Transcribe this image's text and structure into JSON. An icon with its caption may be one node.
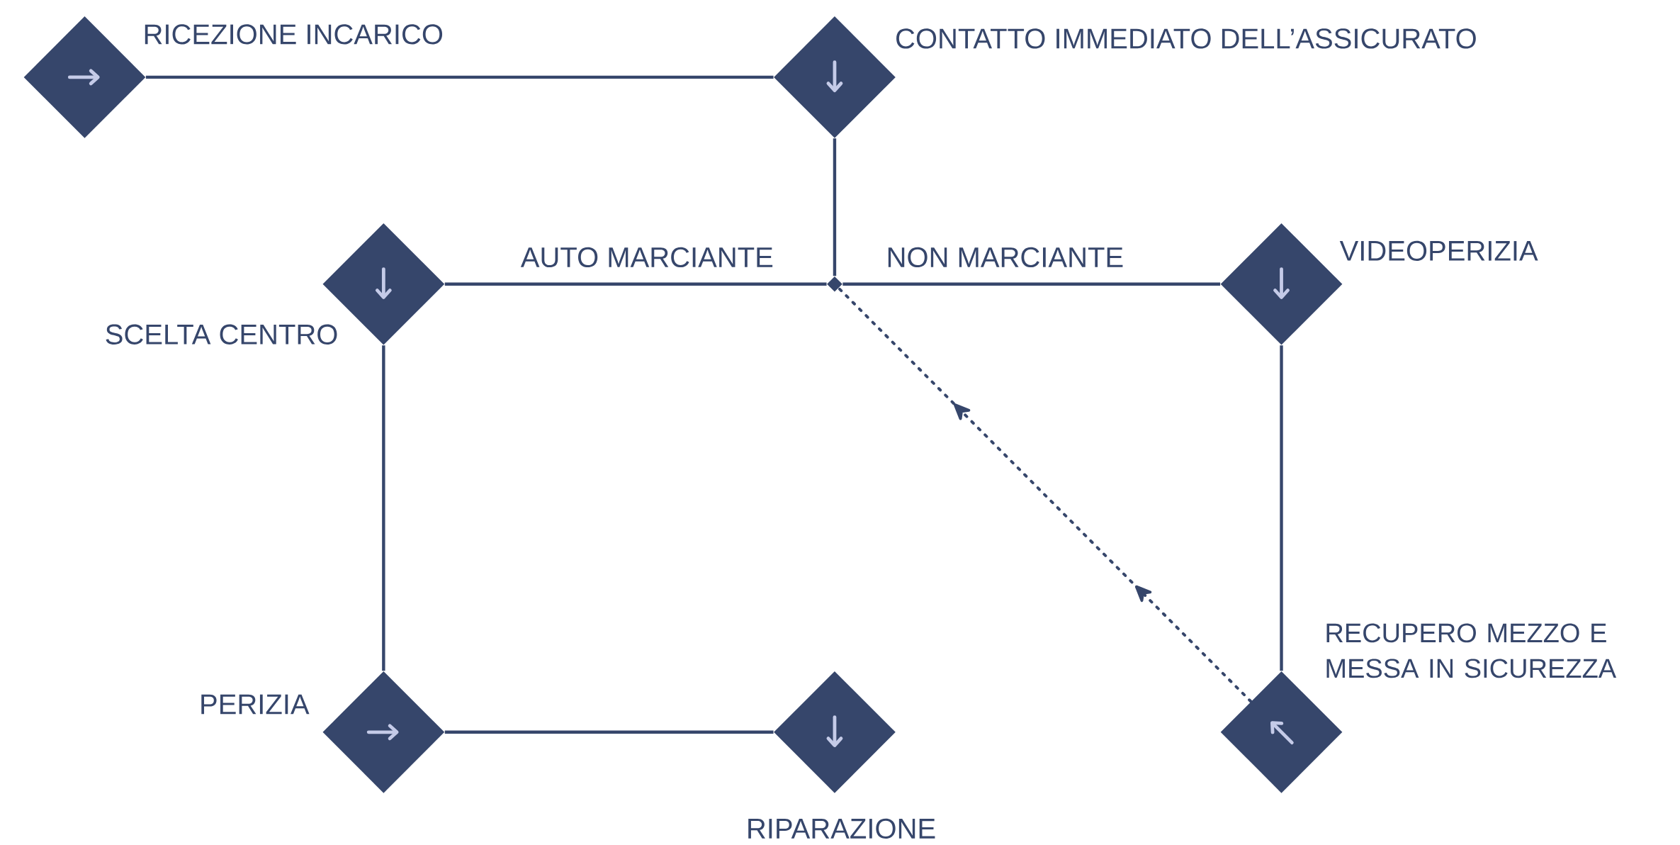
{
  "diagram": {
    "nodes": [
      {
        "text": [
          "RICEZIONE INCARICO"
        ]
      },
      {
        "text": [
          "CONTATTO IMMEDIATO DELL’ASSICURATO"
        ]
      },
      {
        "text": [
          "SCELTA CENTRO"
        ]
      },
      {
        "text": [],
        "shape": "diamond"
      },
      {
        "text": [
          "VIDEOPERIZIA"
        ]
      },
      {
        "text": [
          "PERIZIA"
        ]
      },
      {
        "text": [
          "RIPARAZIONE"
        ]
      },
      {
        "text": [
          "RECUPERO MEZZO E MESSA IN SICUREZZA"
        ]
      }
    ],
    "edges": [
      {
        "from": 0,
        "to": 1,
        "arrow": "none"
      },
      {
        "from": 1,
        "to": 3,
        "arrow": "none"
      },
      {
        "from": 3,
        "to": 2,
        "arrow": "none",
        "label": "AUTO MARCIANTE"
      },
      {
        "from": 3,
        "to": 4,
        "arrow": "none",
        "label": "NON MARCIANTE"
      },
      {
        "from": 2,
        "to": 5,
        "arrow": "none"
      },
      {
        "from": 5,
        "to": 6,
        "arrow": "none"
      },
      {
        "from": 4,
        "to": 7,
        "arrow": "none"
      },
      {
        "from": 7,
        "to": 3,
        "arrow": "to",
        "style": "dashed"
      }
    ]
  }
}
